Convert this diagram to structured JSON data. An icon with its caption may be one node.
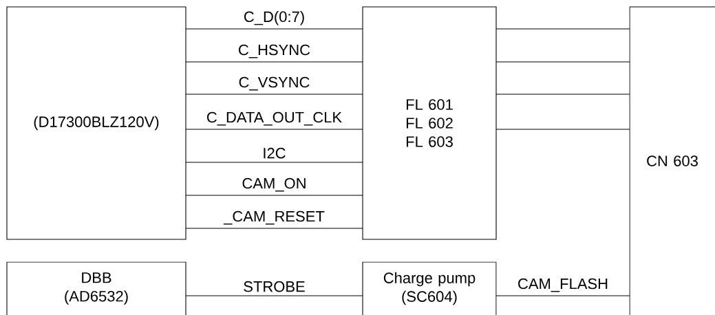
{
  "diagram": {
    "nodes": [
      {
        "text": [
          "(D17300BLZ120V)"
        ]
      },
      {
        "text": [
          "FL 601 FL 602 FL 603"
        ]
      },
      {
        "text": [
          "CN 603"
        ]
      },
      {
        "text": [
          "DBB (AD6532)"
        ]
      },
      {
        "text": [
          "Charge pump (SC604)"
        ]
      }
    ],
    "edges": [
      {
        "from": 0,
        "to": 1,
        "arrow": "none",
        "label": "C_D(0:7)"
      },
      {
        "from": 0,
        "to": 1,
        "arrow": "none",
        "label": "C_HSYNC"
      },
      {
        "from": 0,
        "to": 1,
        "arrow": "none",
        "label": "C_VSYNC"
      },
      {
        "from": 0,
        "to": 1,
        "arrow": "none",
        "label": "C_DATA_OUT_CLK"
      },
      {
        "from": 0,
        "to": 1,
        "arrow": "none",
        "label": "I2C"
      },
      {
        "from": 0,
        "to": 1,
        "arrow": "none",
        "label": "CAM_ON"
      },
      {
        "from": 0,
        "to": 1,
        "arrow": "none",
        "label": "_CAM_RESET"
      },
      {
        "from": 1,
        "to": 2,
        "arrow": "none"
      },
      {
        "from": 1,
        "to": 2,
        "arrow": "none"
      },
      {
        "from": 1,
        "to": 2,
        "arrow": "none"
      },
      {
        "from": 1,
        "to": 2,
        "arrow": "none"
      },
      {
        "from": 3,
        "to": 4,
        "arrow": "none",
        "label": "STROBE"
      },
      {
        "from": 4,
        "to": 2,
        "arrow": "none",
        "label": "CAM_FLASH"
      }
    ]
  }
}
